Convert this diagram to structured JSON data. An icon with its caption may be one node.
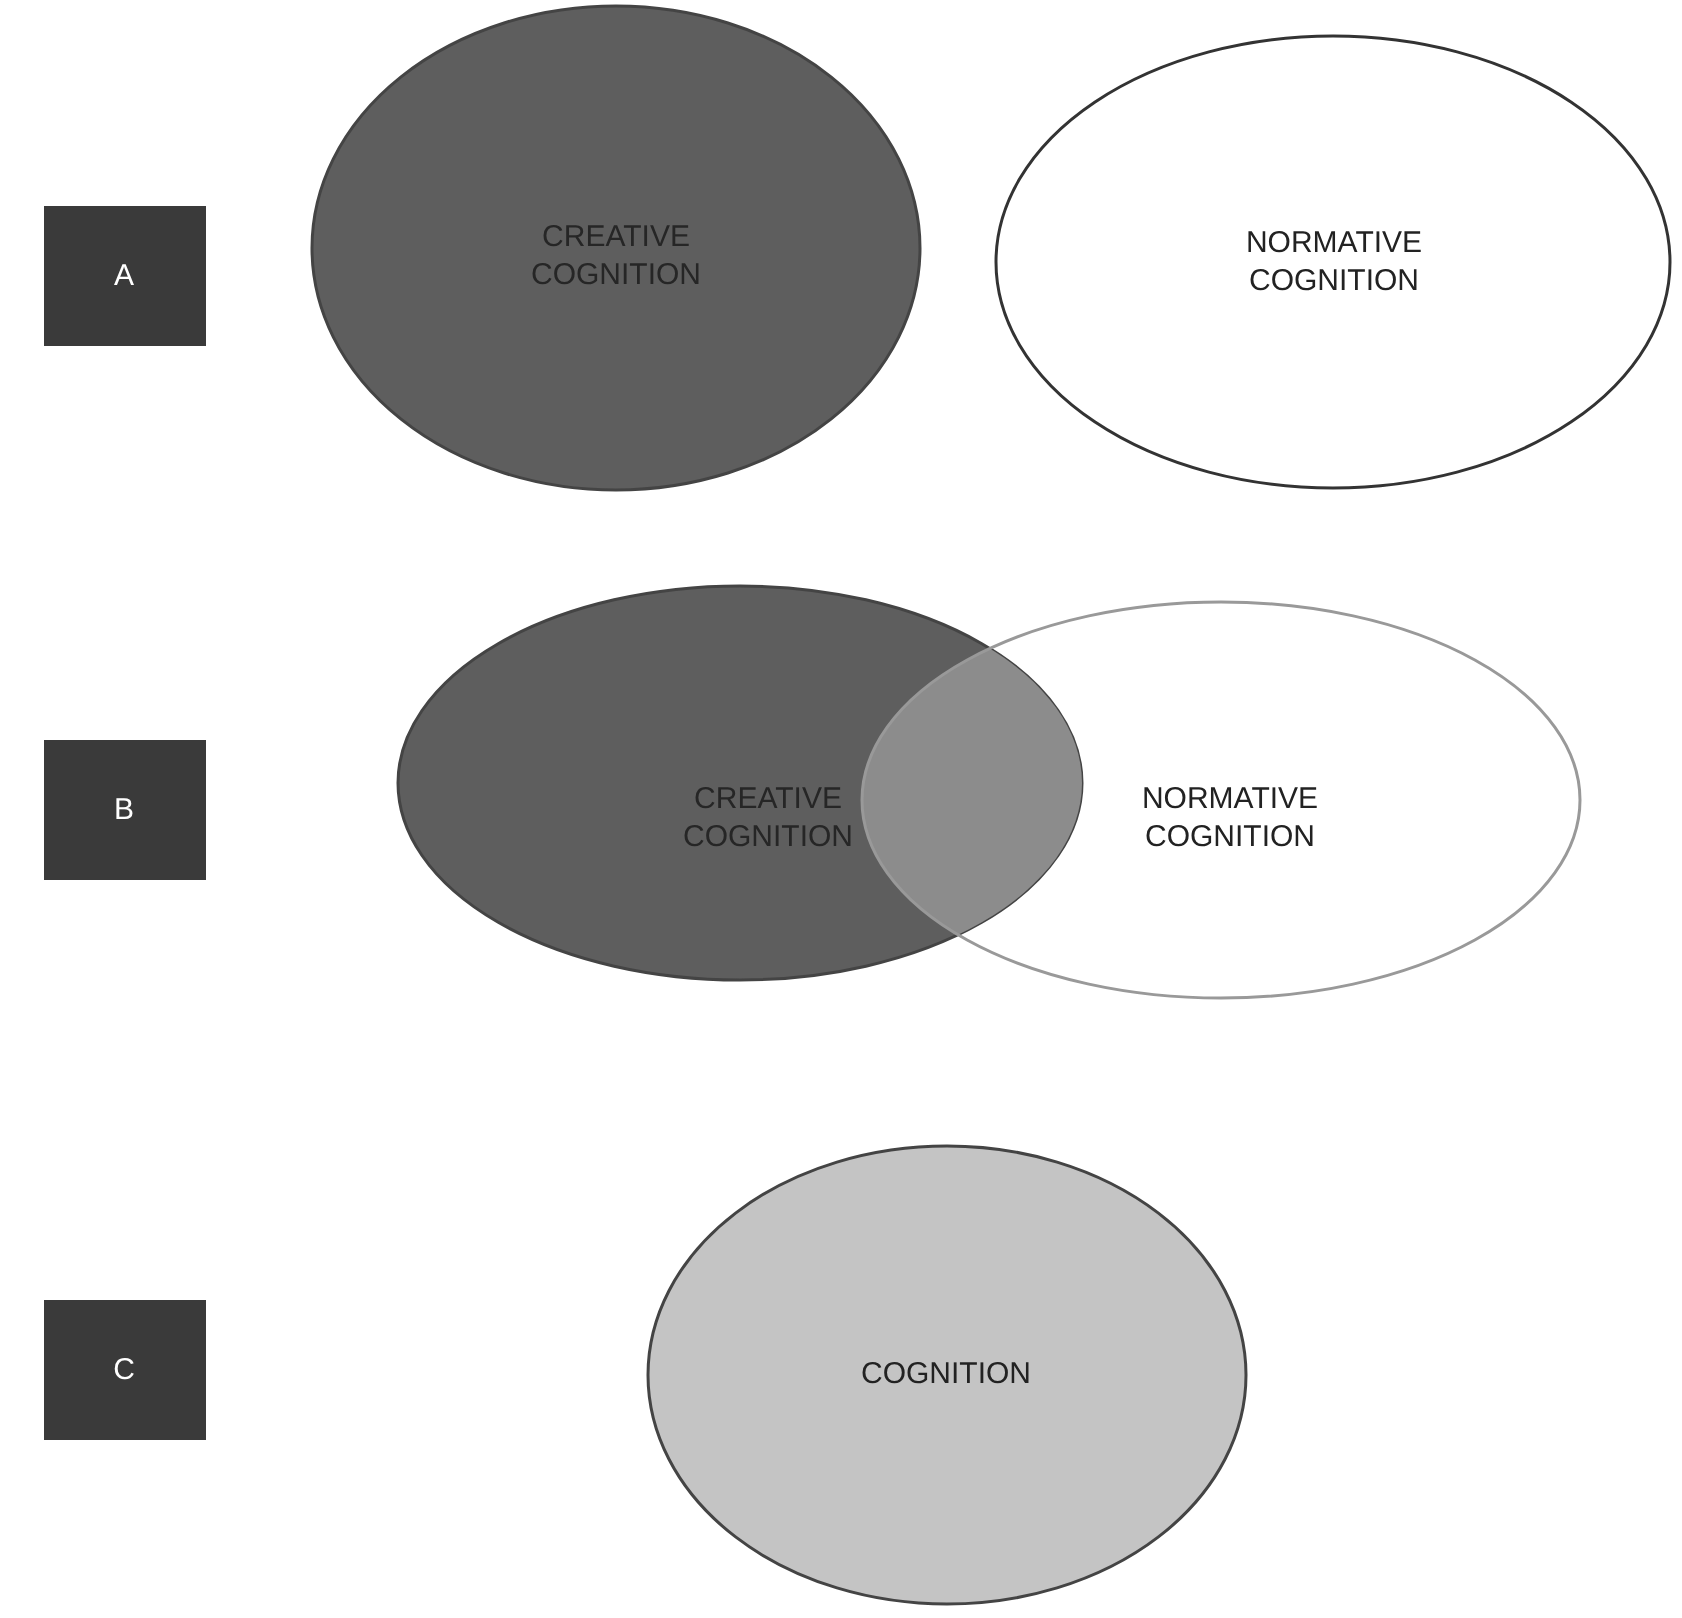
{
  "diagram": {
    "nodes": [
      {
        "text": [
          "A"
        ]
      },
      {
        "text": [
          "CREATIVE COGNITION"
        ]
      },
      {
        "text": [
          "NORMATIVE COGNITION"
        ]
      },
      {
        "text": [
          "B"
        ]
      },
      {
        "text": [
          "CREATIVE COGNITION"
        ]
      },
      {
        "text": [
          "NORMATIVE COGNITION"
        ]
      },
      {
        "text": [
          "C"
        ]
      },
      {
        "text": [
          "COGNITION"
        ]
      }
    ]
  }
}
